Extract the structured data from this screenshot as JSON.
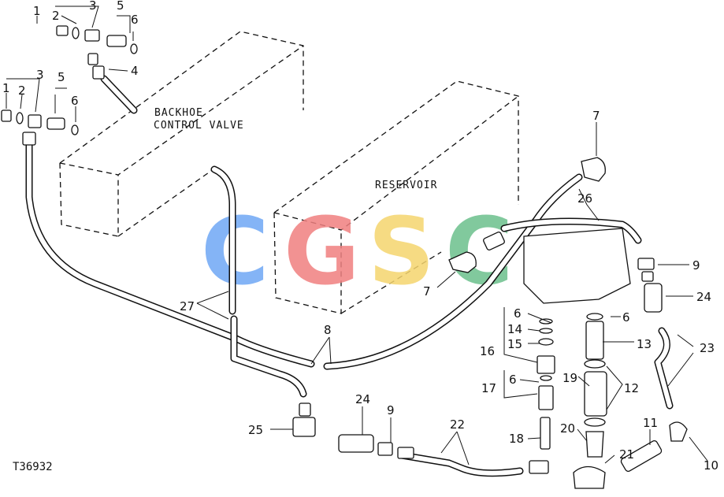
{
  "labels": {
    "backhoe_line1": "BACKHOE",
    "backhoe_line2": "CONTROL VALVE",
    "reservoir": "RESERVOIR"
  },
  "figure_id": "T36932",
  "watermark": {
    "letters": [
      "C",
      "G",
      "S",
      "C"
    ],
    "colors": [
      "#6fa8f5",
      "#f08080",
      "#f5d56e",
      "#6cc08c"
    ]
  },
  "callouts": {
    "c1a": "1",
    "c2a": "2",
    "c3a": "3",
    "c5a": "5",
    "c6a": "6",
    "c4": "4",
    "c1b": "1",
    "c2b": "2",
    "c3b": "3",
    "c5b": "5",
    "c6b": "6",
    "c7a": "7",
    "c26": "26",
    "c7b": "7",
    "c9a": "9",
    "c24a": "24",
    "c6c": "6",
    "c14": "14",
    "c15": "15",
    "c16": "16",
    "c6d": "6",
    "c17": "17",
    "c6e": "6",
    "c13": "13",
    "c23": "23",
    "c19": "19",
    "c12": "12",
    "c27": "27",
    "c8": "8",
    "c25": "25",
    "c24b": "24",
    "c9b": "9",
    "c22": "22",
    "c18": "18",
    "c20": "20",
    "c21": "21",
    "c11": "11",
    "c10": "10"
  }
}
